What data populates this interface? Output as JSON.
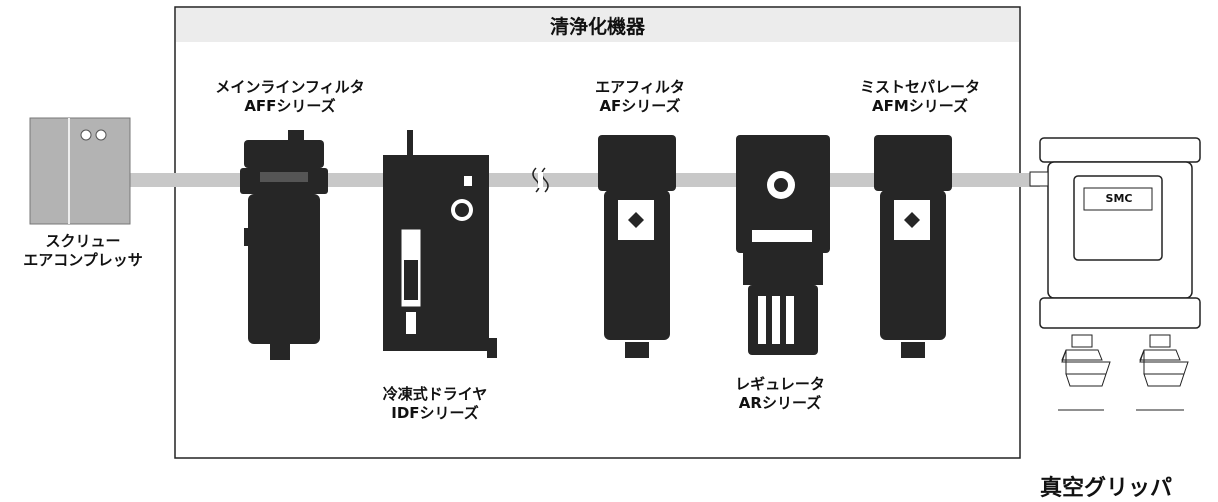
{
  "title": "清浄化機器",
  "compressor": {
    "line1": "スクリュー",
    "line2": "エアコンプレッサ"
  },
  "main_line_filter": {
    "name": "メインラインフィルタ",
    "series": "AFFシリーズ"
  },
  "dryer": {
    "name": "冷凍式ドライヤ",
    "series": "IDFシリーズ"
  },
  "air_filter": {
    "name": "エアフィルタ",
    "series": "AFシリーズ"
  },
  "regulator": {
    "name": "レギュレータ",
    "series": "ARシリーズ"
  },
  "mist_separator": {
    "name": "ミストセパレータ",
    "series": "AFMシリーズ"
  },
  "gripper": {
    "label": "真空グリッパ",
    "brand": "SMC"
  },
  "colors": {
    "body": "#262626",
    "pipe": "#c8c8c8",
    "panel": "#ececec",
    "compressor": "#b3b3b3"
  }
}
